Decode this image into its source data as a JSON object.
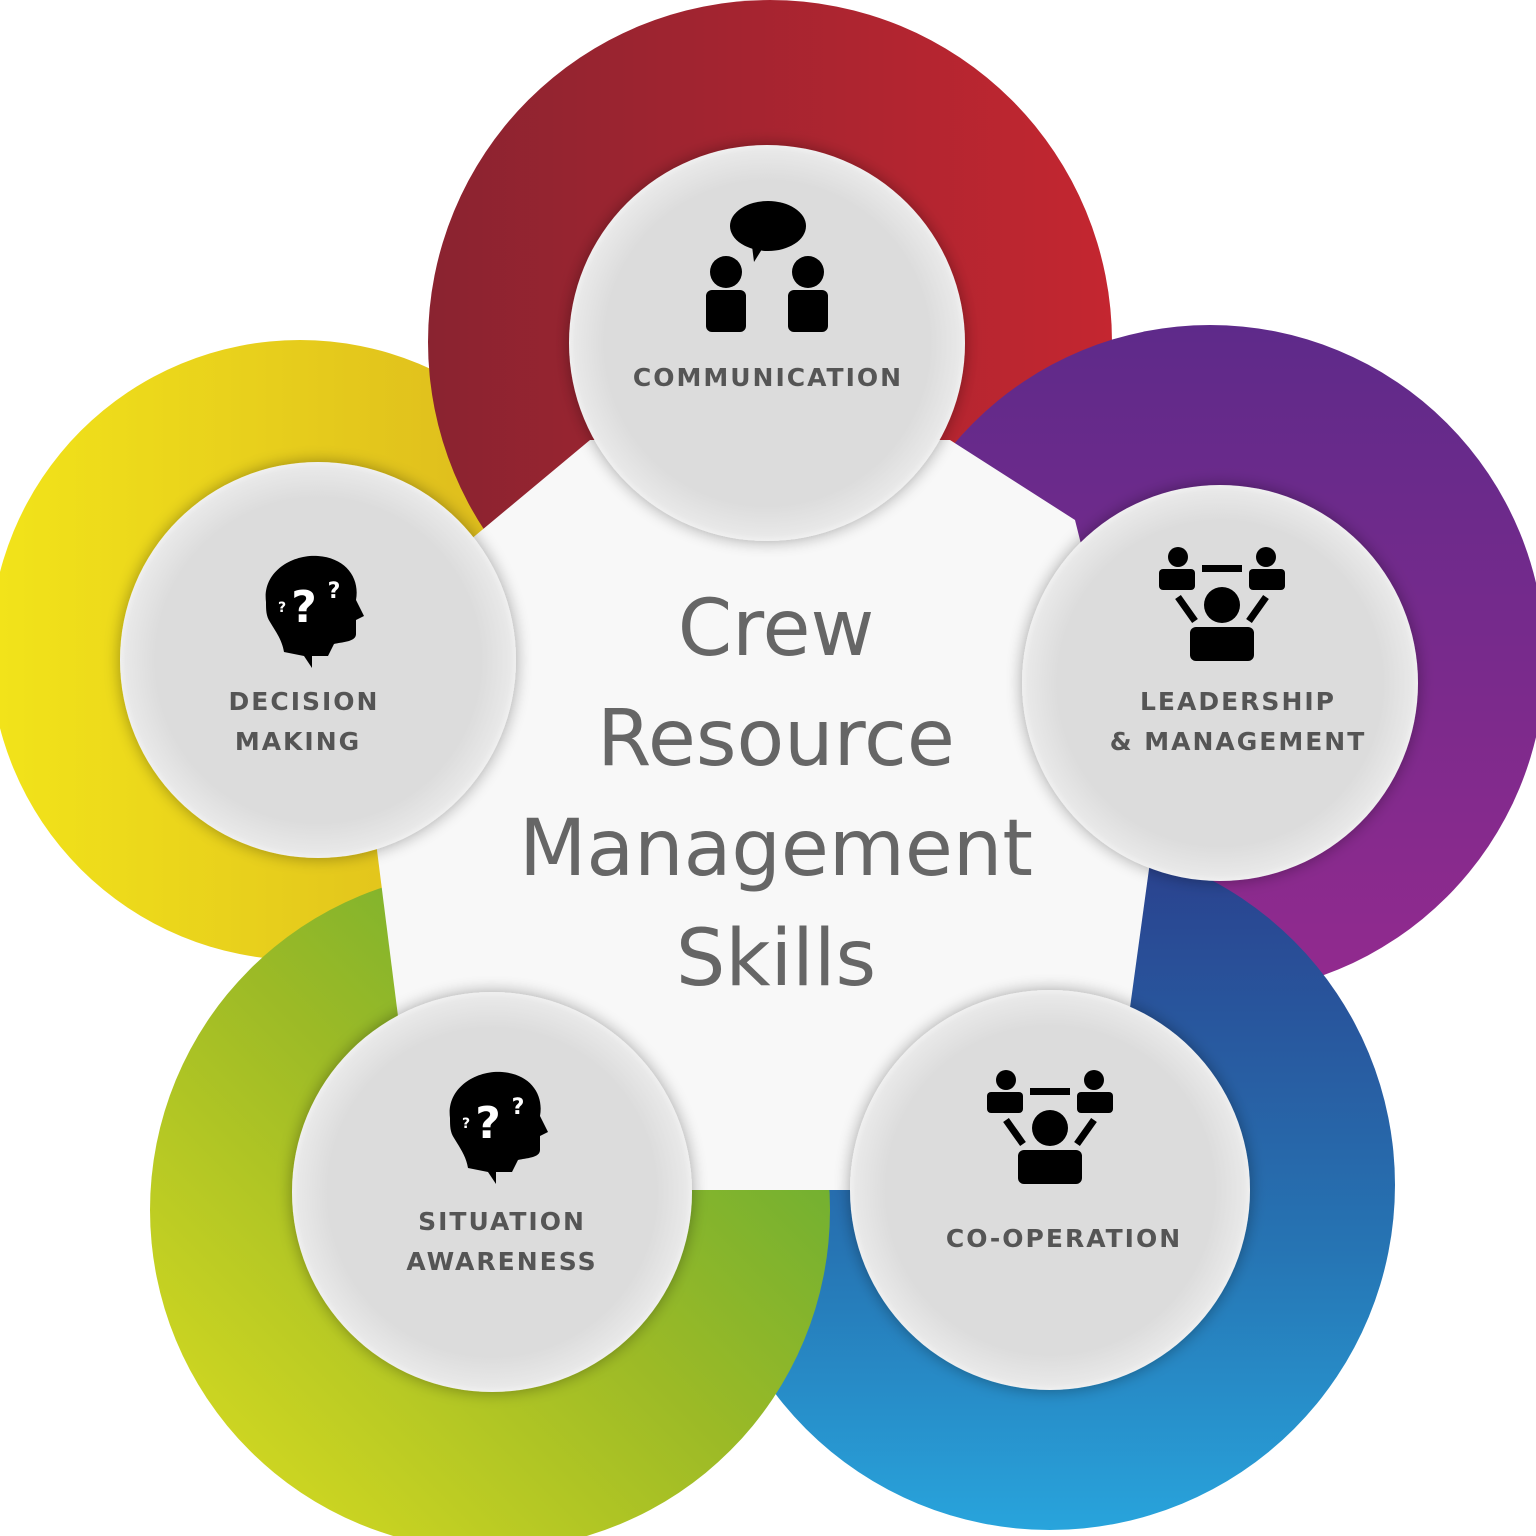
{
  "title": {
    "lines": [
      "Crew",
      "Resource",
      "Management",
      "Skills"
    ]
  },
  "skills": [
    {
      "id": "communication",
      "label_lines": [
        "COMMUNICATION"
      ],
      "icon": "two-people-speech-bubble-icon",
      "ring_color_start": "#8c2330",
      "ring_color_end": "#c32630"
    },
    {
      "id": "leadership",
      "label_lines": [
        "LEADERSHIP",
        "& MANAGEMENT"
      ],
      "icon": "team-leader-icon",
      "ring_color_start": "#5f2a8c",
      "ring_color_end": "#8f2a8e"
    },
    {
      "id": "cooperation",
      "label_lines": [
        "CO-OPERATION"
      ],
      "icon": "team-leader-icon",
      "ring_color_start": "#2a4690",
      "ring_color_end": "#2a9ad8"
    },
    {
      "id": "situation-awareness",
      "label_lines": [
        "SITUATION",
        "AWARENESS"
      ],
      "icon": "head-question-marks-icon",
      "ring_color_start": "#d8dc20",
      "ring_color_end": "#5aa830"
    },
    {
      "id": "decision-making",
      "label_lines": [
        "DECISION",
        "MAKING"
      ],
      "icon": "head-question-marks-icon",
      "ring_color_start": "#f0e018",
      "ring_color_end": "#dcb01c"
    }
  ],
  "colors": {
    "node_fill": "#dddddd",
    "center_fill": "#f7f7f7",
    "label_text": "#555555",
    "title_text": "#666666"
  }
}
